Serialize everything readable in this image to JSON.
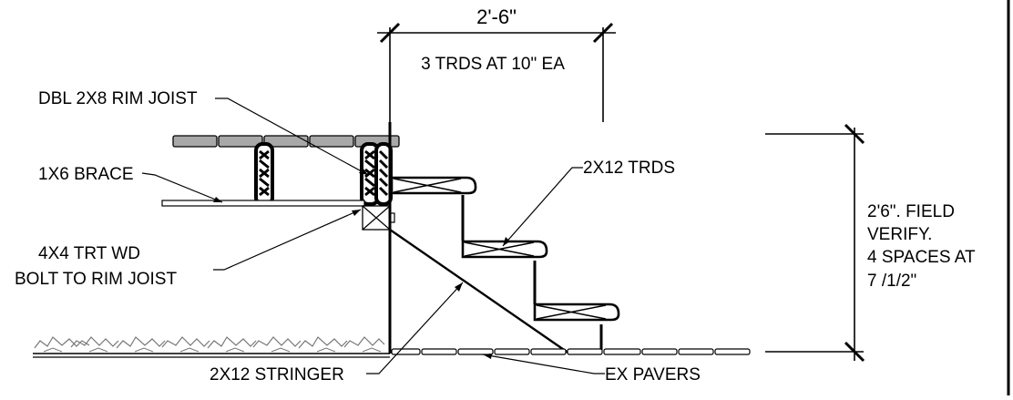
{
  "labels": {
    "overall_width": "2'-6\"",
    "tread_spacing": "3 TRDS AT 10\" EA",
    "rim_joist": "DBL 2X8 RIM JOIST",
    "brace": "1X6 BRACE",
    "post_line1": "4X4 TRT WD",
    "post_line2": "BOLT TO RIM JOIST",
    "treads": "2X12 TRDS",
    "stringer": "2X12 STRINGER",
    "pavers": "EX PAVERS",
    "height_line1": "2'6\". FIELD",
    "height_line2": "VERIFY.",
    "height_line3": "4 SPACES AT",
    "height_line4": "7 /1/2\""
  },
  "colors": {
    "line": "#000000",
    "deck_board_fill": "#a8a8a8",
    "background": "#ffffff"
  }
}
